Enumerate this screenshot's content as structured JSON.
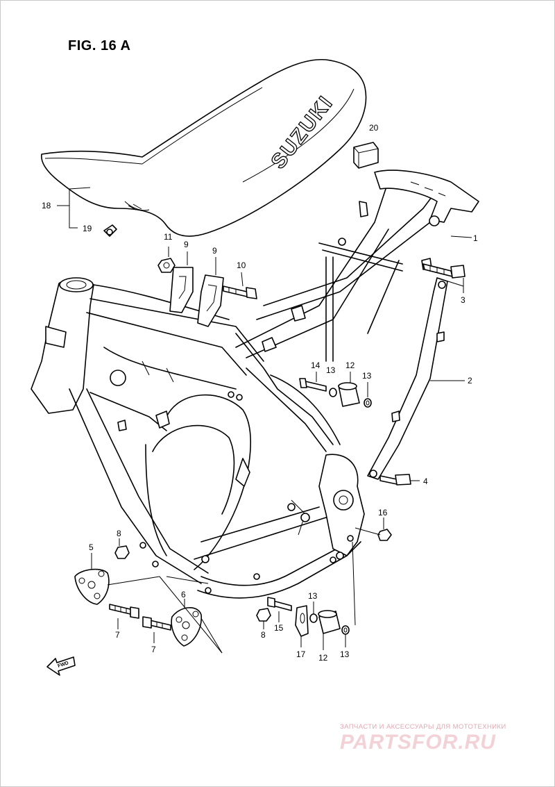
{
  "figure": {
    "title": "FIG. 16 A"
  },
  "seat": {
    "brand": "SUZUKI"
  },
  "callouts": [
    {
      "key": "c20",
      "text": "20"
    },
    {
      "key": "c18",
      "text": "18"
    },
    {
      "key": "c19",
      "text": "19"
    },
    {
      "key": "c1",
      "text": "1"
    },
    {
      "key": "c11",
      "text": "11"
    },
    {
      "key": "c9a",
      "text": "9"
    },
    {
      "key": "c9b",
      "text": "9"
    },
    {
      "key": "c10",
      "text": "10"
    },
    {
      "key": "c3",
      "text": "3"
    },
    {
      "key": "c14",
      "text": "14"
    },
    {
      "key": "c13a",
      "text": "13"
    },
    {
      "key": "c12a",
      "text": "12"
    },
    {
      "key": "c13b",
      "text": "13"
    },
    {
      "key": "c2",
      "text": "2"
    },
    {
      "key": "c4",
      "text": "4"
    },
    {
      "key": "c16",
      "text": "16"
    },
    {
      "key": "c5",
      "text": "5"
    },
    {
      "key": "c8a",
      "text": "8"
    },
    {
      "key": "c6",
      "text": "6"
    },
    {
      "key": "c13c",
      "text": "13"
    },
    {
      "key": "c7a",
      "text": "7"
    },
    {
      "key": "c7b",
      "text": "7"
    },
    {
      "key": "c8b",
      "text": "8"
    },
    {
      "key": "c15",
      "text": "15"
    },
    {
      "key": "c17",
      "text": "17"
    },
    {
      "key": "c12b",
      "text": "12"
    },
    {
      "key": "c13d",
      "text": "13"
    }
  ],
  "fwd_marker": {
    "text": "FWD"
  },
  "watermark": {
    "caption": "ЗАПЧАСТИ И АКСЕССУАРЫ ДЛЯ МОТОТЕХНИКИ",
    "logo": "PARTSFOR.RU"
  }
}
